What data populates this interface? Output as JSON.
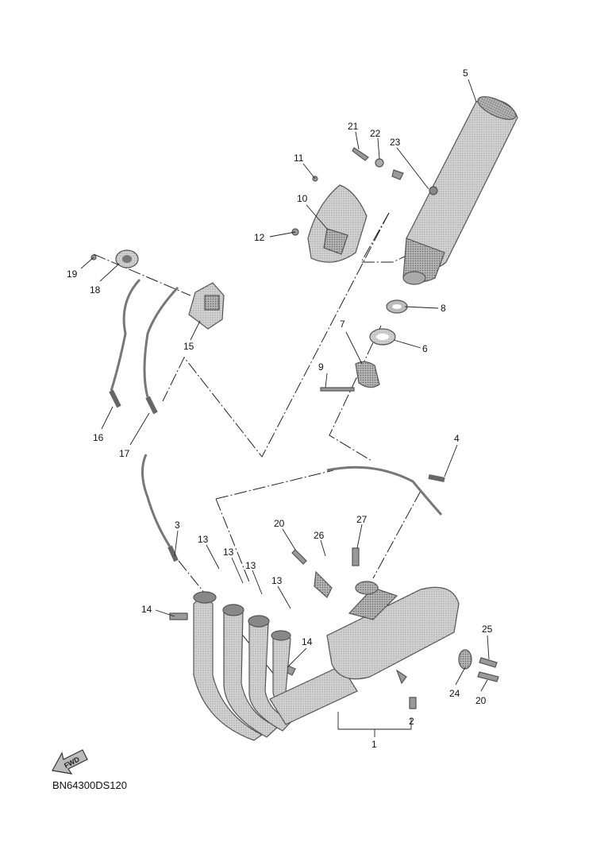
{
  "diagram": {
    "code": "BN64300DS120",
    "fwd_label": "FWD",
    "callouts": {
      "n1": "1",
      "n2": "2",
      "n3": "3",
      "n4": "4",
      "n5": "5",
      "n6": "6",
      "n7": "7",
      "n8": "8",
      "n9": "9",
      "n10": "10",
      "n11": "11",
      "n12": "12",
      "n13a": "13",
      "n13b": "13",
      "n13c": "13",
      "n13d": "13",
      "n14a": "14",
      "n14b": "14",
      "n15": "15",
      "n16": "16",
      "n17": "17",
      "n18": "18",
      "n19": "19",
      "n20a": "20",
      "n20b": "20",
      "n21": "21",
      "n22": "22",
      "n23": "23",
      "n24": "24",
      "n25": "25",
      "n26": "26",
      "n27": "27"
    },
    "colors": {
      "part_fill": "#c9c9c9",
      "part_dark": "#9a9a9a",
      "line": "#222222"
    }
  }
}
